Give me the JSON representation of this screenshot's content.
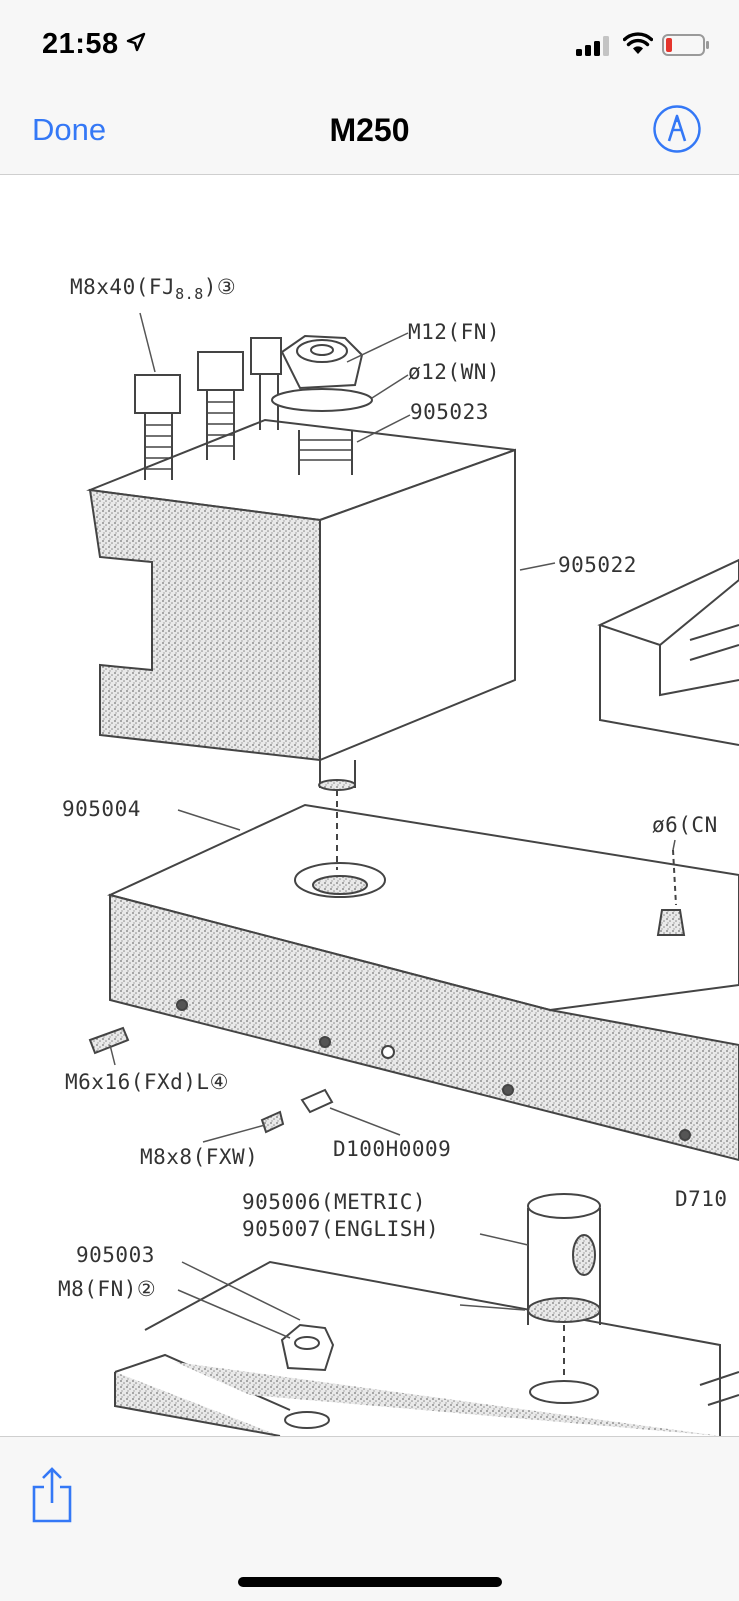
{
  "status_bar": {
    "time": "21:58"
  },
  "nav": {
    "done_label": "Done",
    "title": "M250"
  },
  "document": {
    "labels": {
      "m8x40_prefix": "M8x40(FJ",
      "m8x40_sub": "8.8",
      "m8x40_suffix": ")③",
      "m12_fn": "M12(FN)",
      "d12_wn": "ø12(WN)",
      "p905023": "905023",
      "p905022": "905022",
      "p905004": "905004",
      "d6_cn": "ø6(CN",
      "m6x16": "M6x16(FXd)L④",
      "m8x8": "M8x8(FXW)",
      "d100h0009": "D100H0009",
      "p905006": "905006(METRIC)",
      "p905007": "905007(ENGLISH)",
      "d710": "D710",
      "p905003": "905003",
      "m8_fn": "M8(FN)②"
    }
  },
  "colors": {
    "accent": "#3478f6",
    "bar_bg": "#f7f7f7",
    "battery_low": "#e5352d"
  },
  "icons": [
    "location-arrow-icon",
    "cellular-signal-icon",
    "wifi-icon",
    "battery-icon",
    "markup-pen-icon",
    "share-icon"
  ]
}
